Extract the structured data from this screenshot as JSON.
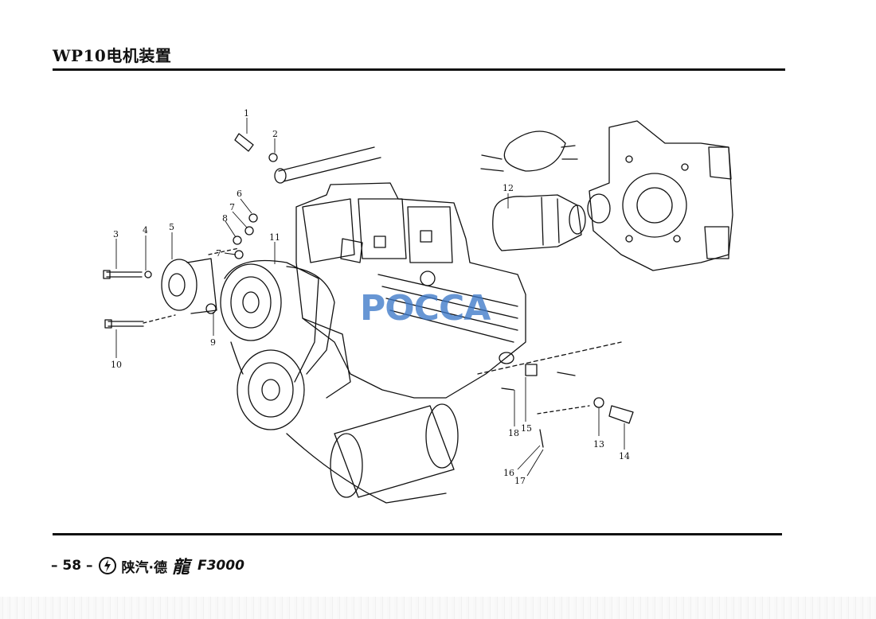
{
  "header": {
    "title": "WP10电机装置"
  },
  "footer": {
    "page_number": "– 58 –",
    "brand": "陕汽·德",
    "dragon": "龍",
    "model": "F3000"
  },
  "watermark": "POCCA",
  "callouts": [
    {
      "label": "1"
    },
    {
      "label": "2"
    },
    {
      "label": "3"
    },
    {
      "label": "4"
    },
    {
      "label": "5"
    },
    {
      "label": "6"
    },
    {
      "label": "7"
    },
    {
      "label": "8"
    },
    {
      "label": "7"
    },
    {
      "label": "9"
    },
    {
      "label": "10"
    },
    {
      "label": "11"
    },
    {
      "label": "12"
    },
    {
      "label": "13"
    },
    {
      "label": "14"
    },
    {
      "label": "15"
    },
    {
      "label": "16"
    },
    {
      "label": "17"
    },
    {
      "label": "18"
    }
  ],
  "colors": {
    "ink": "#111111",
    "watermark": "#3c78c8"
  }
}
